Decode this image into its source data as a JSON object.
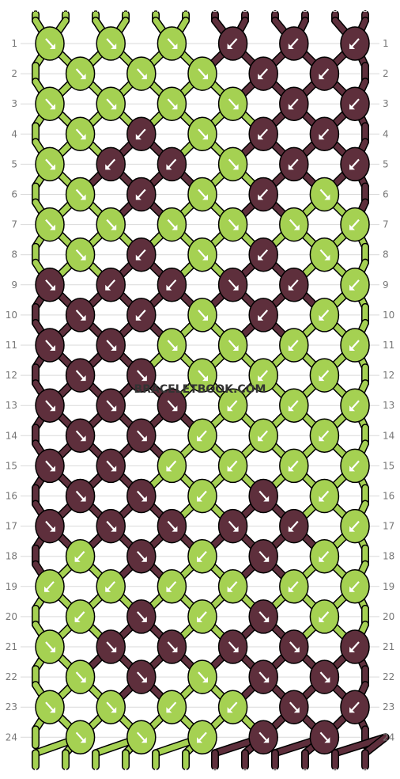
{
  "watermark": "BRACELETBOOK.COM",
  "colors": {
    "A": "#a5d152",
    "B": "#5e2f3c",
    "outline": "#000000",
    "grid": "#d9d9d9",
    "label": "#777777",
    "background": "#ffffff"
  },
  "strands": {
    "top": [
      "A",
      "A",
      "A",
      "A",
      "A",
      "A",
      "B",
      "B",
      "B",
      "B",
      "B",
      "B"
    ],
    "bottom": [
      "A",
      "A",
      "A",
      "A",
      "A",
      "A",
      "B",
      "B",
      "B",
      "B",
      "B",
      "B"
    ]
  },
  "row_labels": [
    "1",
    "2",
    "3",
    "4",
    "5",
    "6",
    "7",
    "8",
    "9",
    "10",
    "11",
    "12",
    "13",
    "14",
    "15",
    "16",
    "17",
    "18",
    "19",
    "20",
    "21",
    "22",
    "23",
    "24"
  ],
  "knots": [
    {
      "row": 1,
      "pos": 0,
      "color": "A",
      "dir": "R"
    },
    {
      "row": 1,
      "pos": 1,
      "color": "A",
      "dir": "R"
    },
    {
      "row": 1,
      "pos": 2,
      "color": "A",
      "dir": "R"
    },
    {
      "row": 1,
      "pos": 3,
      "color": "B",
      "dir": "L"
    },
    {
      "row": 1,
      "pos": 4,
      "color": "B",
      "dir": "L"
    },
    {
      "row": 1,
      "pos": 5,
      "color": "B",
      "dir": "L"
    },
    {
      "row": 2,
      "pos": 0,
      "color": "A",
      "dir": "R"
    },
    {
      "row": 2,
      "pos": 1,
      "color": "A",
      "dir": "R"
    },
    {
      "row": 2,
      "pos": 2,
      "color": "A",
      "dir": "R"
    },
    {
      "row": 2,
      "pos": 3,
      "color": "B",
      "dir": "L"
    },
    {
      "row": 2,
      "pos": 4,
      "color": "B",
      "dir": "L"
    },
    {
      "row": 3,
      "pos": 0,
      "color": "A",
      "dir": "R"
    },
    {
      "row": 3,
      "pos": 1,
      "color": "A",
      "dir": "R"
    },
    {
      "row": 3,
      "pos": 2,
      "color": "A",
      "dir": "R"
    },
    {
      "row": 3,
      "pos": 3,
      "color": "A",
      "dir": "R"
    },
    {
      "row": 3,
      "pos": 4,
      "color": "B",
      "dir": "L"
    },
    {
      "row": 3,
      "pos": 5,
      "color": "B",
      "dir": "L"
    },
    {
      "row": 4,
      "pos": 0,
      "color": "A",
      "dir": "R"
    },
    {
      "row": 4,
      "pos": 1,
      "color": "B",
      "dir": "L"
    },
    {
      "row": 4,
      "pos": 2,
      "color": "A",
      "dir": "R"
    },
    {
      "row": 4,
      "pos": 3,
      "color": "B",
      "dir": "L"
    },
    {
      "row": 4,
      "pos": 4,
      "color": "B",
      "dir": "L"
    },
    {
      "row": 5,
      "pos": 0,
      "color": "A",
      "dir": "R"
    },
    {
      "row": 5,
      "pos": 1,
      "color": "B",
      "dir": "L"
    },
    {
      "row": 5,
      "pos": 2,
      "color": "B",
      "dir": "L"
    },
    {
      "row": 5,
      "pos": 3,
      "color": "A",
      "dir": "R"
    },
    {
      "row": 5,
      "pos": 4,
      "color": "B",
      "dir": "L"
    },
    {
      "row": 5,
      "pos": 5,
      "color": "B",
      "dir": "L"
    },
    {
      "row": 6,
      "pos": 0,
      "color": "A",
      "dir": "R"
    },
    {
      "row": 6,
      "pos": 1,
      "color": "B",
      "dir": "L"
    },
    {
      "row": 6,
      "pos": 2,
      "color": "A",
      "dir": "R"
    },
    {
      "row": 6,
      "pos": 3,
      "color": "B",
      "dir": "L"
    },
    {
      "row": 6,
      "pos": 4,
      "color": "A",
      "dir": "R"
    },
    {
      "row": 7,
      "pos": 0,
      "color": "A",
      "dir": "R"
    },
    {
      "row": 7,
      "pos": 1,
      "color": "A",
      "dir": "R"
    },
    {
      "row": 7,
      "pos": 2,
      "color": "A",
      "dir": "R"
    },
    {
      "row": 7,
      "pos": 3,
      "color": "A",
      "dir": "R"
    },
    {
      "row": 7,
      "pos": 4,
      "color": "A",
      "dir": "R"
    },
    {
      "row": 7,
      "pos": 5,
      "color": "A",
      "dir": "L"
    },
    {
      "row": 8,
      "pos": 0,
      "color": "A",
      "dir": "R"
    },
    {
      "row": 8,
      "pos": 1,
      "color": "B",
      "dir": "L"
    },
    {
      "row": 8,
      "pos": 2,
      "color": "A",
      "dir": "R"
    },
    {
      "row": 8,
      "pos": 3,
      "color": "B",
      "dir": "L"
    },
    {
      "row": 8,
      "pos": 4,
      "color": "A",
      "dir": "R"
    },
    {
      "row": 9,
      "pos": 0,
      "color": "B",
      "dir": "R"
    },
    {
      "row": 9,
      "pos": 1,
      "color": "B",
      "dir": "L"
    },
    {
      "row": 9,
      "pos": 2,
      "color": "B",
      "dir": "L"
    },
    {
      "row": 9,
      "pos": 3,
      "color": "B",
      "dir": "R"
    },
    {
      "row": 9,
      "pos": 4,
      "color": "B",
      "dir": "L"
    },
    {
      "row": 9,
      "pos": 5,
      "color": "A",
      "dir": "L"
    },
    {
      "row": 10,
      "pos": 0,
      "color": "B",
      "dir": "R"
    },
    {
      "row": 10,
      "pos": 1,
      "color": "B",
      "dir": "L"
    },
    {
      "row": 10,
      "pos": 2,
      "color": "A",
      "dir": "R"
    },
    {
      "row": 10,
      "pos": 3,
      "color": "B",
      "dir": "L"
    },
    {
      "row": 10,
      "pos": 4,
      "color": "A",
      "dir": "L"
    },
    {
      "row": 11,
      "pos": 0,
      "color": "B",
      "dir": "R"
    },
    {
      "row": 11,
      "pos": 1,
      "color": "B",
      "dir": "R"
    },
    {
      "row": 11,
      "pos": 2,
      "color": "A",
      "dir": "R"
    },
    {
      "row": 11,
      "pos": 3,
      "color": "A",
      "dir": "R"
    },
    {
      "row": 11,
      "pos": 4,
      "color": "A",
      "dir": "L"
    },
    {
      "row": 11,
      "pos": 5,
      "color": "A",
      "dir": "L"
    },
    {
      "row": 12,
      "pos": 0,
      "color": "B",
      "dir": "R"
    },
    {
      "row": 12,
      "pos": 1,
      "color": "B",
      "dir": "R"
    },
    {
      "row": 12,
      "pos": 2,
      "color": "A",
      "dir": "R"
    },
    {
      "row": 12,
      "pos": 3,
      "color": "A",
      "dir": "L"
    },
    {
      "row": 12,
      "pos": 4,
      "color": "A",
      "dir": "L"
    },
    {
      "row": 13,
      "pos": 0,
      "color": "B",
      "dir": "R"
    },
    {
      "row": 13,
      "pos": 1,
      "color": "B",
      "dir": "R"
    },
    {
      "row": 13,
      "pos": 2,
      "color": "B",
      "dir": "R"
    },
    {
      "row": 13,
      "pos": 3,
      "color": "A",
      "dir": "L"
    },
    {
      "row": 13,
      "pos": 4,
      "color": "A",
      "dir": "L"
    },
    {
      "row": 13,
      "pos": 5,
      "color": "A",
      "dir": "L"
    },
    {
      "row": 14,
      "pos": 0,
      "color": "B",
      "dir": "R"
    },
    {
      "row": 14,
      "pos": 1,
      "color": "B",
      "dir": "R"
    },
    {
      "row": 14,
      "pos": 2,
      "color": "A",
      "dir": "L"
    },
    {
      "row": 14,
      "pos": 3,
      "color": "A",
      "dir": "L"
    },
    {
      "row": 14,
      "pos": 4,
      "color": "A",
      "dir": "L"
    },
    {
      "row": 15,
      "pos": 0,
      "color": "B",
      "dir": "R"
    },
    {
      "row": 15,
      "pos": 1,
      "color": "B",
      "dir": "R"
    },
    {
      "row": 15,
      "pos": 2,
      "color": "A",
      "dir": "L"
    },
    {
      "row": 15,
      "pos": 3,
      "color": "A",
      "dir": "L"
    },
    {
      "row": 15,
      "pos": 4,
      "color": "A",
      "dir": "L"
    },
    {
      "row": 15,
      "pos": 5,
      "color": "A",
      "dir": "L"
    },
    {
      "row": 16,
      "pos": 0,
      "color": "B",
      "dir": "R"
    },
    {
      "row": 16,
      "pos": 1,
      "color": "B",
      "dir": "R"
    },
    {
      "row": 16,
      "pos": 2,
      "color": "A",
      "dir": "L"
    },
    {
      "row": 16,
      "pos": 3,
      "color": "B",
      "dir": "R"
    },
    {
      "row": 16,
      "pos": 4,
      "color": "A",
      "dir": "L"
    },
    {
      "row": 17,
      "pos": 0,
      "color": "B",
      "dir": "R"
    },
    {
      "row": 17,
      "pos": 1,
      "color": "B",
      "dir": "R"
    },
    {
      "row": 17,
      "pos": 2,
      "color": "B",
      "dir": "R"
    },
    {
      "row": 17,
      "pos": 3,
      "color": "B",
      "dir": "R"
    },
    {
      "row": 17,
      "pos": 4,
      "color": "B",
      "dir": "L"
    },
    {
      "row": 17,
      "pos": 5,
      "color": "A",
      "dir": "L"
    },
    {
      "row": 18,
      "pos": 0,
      "color": "A",
      "dir": "L"
    },
    {
      "row": 18,
      "pos": 1,
      "color": "B",
      "dir": "R"
    },
    {
      "row": 18,
      "pos": 2,
      "color": "A",
      "dir": "L"
    },
    {
      "row": 18,
      "pos": 3,
      "color": "B",
      "dir": "R"
    },
    {
      "row": 18,
      "pos": 4,
      "color": "A",
      "dir": "L"
    },
    {
      "row": 19,
      "pos": 0,
      "color": "A",
      "dir": "L"
    },
    {
      "row": 19,
      "pos": 1,
      "color": "A",
      "dir": "L"
    },
    {
      "row": 19,
      "pos": 2,
      "color": "A",
      "dir": "L"
    },
    {
      "row": 19,
      "pos": 3,
      "color": "A",
      "dir": "L"
    },
    {
      "row": 19,
      "pos": 4,
      "color": "A",
      "dir": "L"
    },
    {
      "row": 19,
      "pos": 5,
      "color": "A",
      "dir": "L"
    },
    {
      "row": 20,
      "pos": 0,
      "color": "A",
      "dir": "L"
    },
    {
      "row": 20,
      "pos": 1,
      "color": "B",
      "dir": "R"
    },
    {
      "row": 20,
      "pos": 2,
      "color": "A",
      "dir": "L"
    },
    {
      "row": 20,
      "pos": 3,
      "color": "B",
      "dir": "R"
    },
    {
      "row": 20,
      "pos": 4,
      "color": "A",
      "dir": "L"
    },
    {
      "row": 21,
      "pos": 0,
      "color": "A",
      "dir": "R"
    },
    {
      "row": 21,
      "pos": 1,
      "color": "B",
      "dir": "R"
    },
    {
      "row": 21,
      "pos": 2,
      "color": "B",
      "dir": "R"
    },
    {
      "row": 21,
      "pos": 3,
      "color": "B",
      "dir": "R"
    },
    {
      "row": 21,
      "pos": 4,
      "color": "B",
      "dir": "R"
    },
    {
      "row": 21,
      "pos": 5,
      "color": "B",
      "dir": "L"
    },
    {
      "row": 22,
      "pos": 0,
      "color": "A",
      "dir": "R"
    },
    {
      "row": 22,
      "pos": 1,
      "color": "B",
      "dir": "R"
    },
    {
      "row": 22,
      "pos": 2,
      "color": "A",
      "dir": "R"
    },
    {
      "row": 22,
      "pos": 3,
      "color": "B",
      "dir": "R"
    },
    {
      "row": 22,
      "pos": 4,
      "color": "B",
      "dir": "R"
    },
    {
      "row": 23,
      "pos": 0,
      "color": "A",
      "dir": "R"
    },
    {
      "row": 23,
      "pos": 1,
      "color": "A",
      "dir": "R"
    },
    {
      "row": 23,
      "pos": 2,
      "color": "A",
      "dir": "L"
    },
    {
      "row": 23,
      "pos": 3,
      "color": "A",
      "dir": "L"
    },
    {
      "row": 23,
      "pos": 4,
      "color": "B",
      "dir": "R"
    },
    {
      "row": 23,
      "pos": 5,
      "color": "B",
      "dir": "L"
    },
    {
      "row": 24,
      "pos": 0,
      "color": "A",
      "dir": "R"
    },
    {
      "row": 24,
      "pos": 1,
      "color": "A",
      "dir": "R"
    },
    {
      "row": 24,
      "pos": 2,
      "color": "A",
      "dir": "L"
    },
    {
      "row": 24,
      "pos": 3,
      "color": "B",
      "dir": "R"
    },
    {
      "row": 24,
      "pos": 4,
      "color": "B",
      "dir": "R"
    }
  ]
}
